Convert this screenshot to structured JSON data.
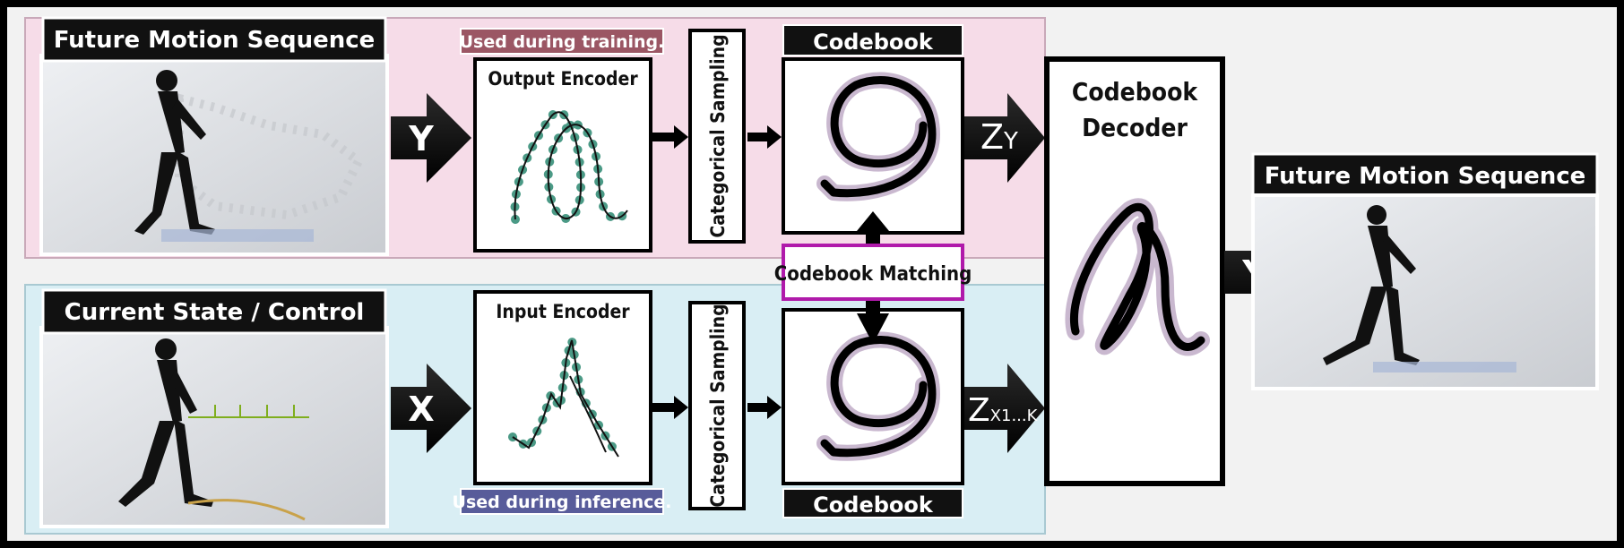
{
  "colors": {
    "training_band": "#f4d9e6",
    "inference_band": "#d7eef4",
    "tag_training": "#9b5664",
    "tag_inference": "#585c9a",
    "matching_border": "#b01aaa",
    "dark": "#0b0b0b"
  },
  "training": {
    "image_title": "Future Motion Sequence",
    "arrow_label": "Y",
    "tag": "Used during training.",
    "encoder_title": "Output Encoder",
    "sampling_label": "Categorical Sampling",
    "codebook_title": "Codebook",
    "z_label": "Z",
    "z_sub": "Y"
  },
  "inference": {
    "image_title": "Current State / Control",
    "arrow_label": "X",
    "tag": "Used during inference.",
    "encoder_title": "Input Encoder",
    "sampling_label": "Categorical Sampling",
    "codebook_title": "Codebook",
    "z_label": "Z",
    "z_sub": "X1...K"
  },
  "matching_label": "Codebook Matching",
  "decoder": {
    "title_line1": "Codebook",
    "title_line2": "Decoder"
  },
  "output": {
    "title": "Future Motion Sequence",
    "arrow_label": "Y"
  },
  "icons": [
    "walking-figure-icon",
    "arrow-right-icon",
    "arrow-up-icon",
    "arrow-down-icon"
  ]
}
